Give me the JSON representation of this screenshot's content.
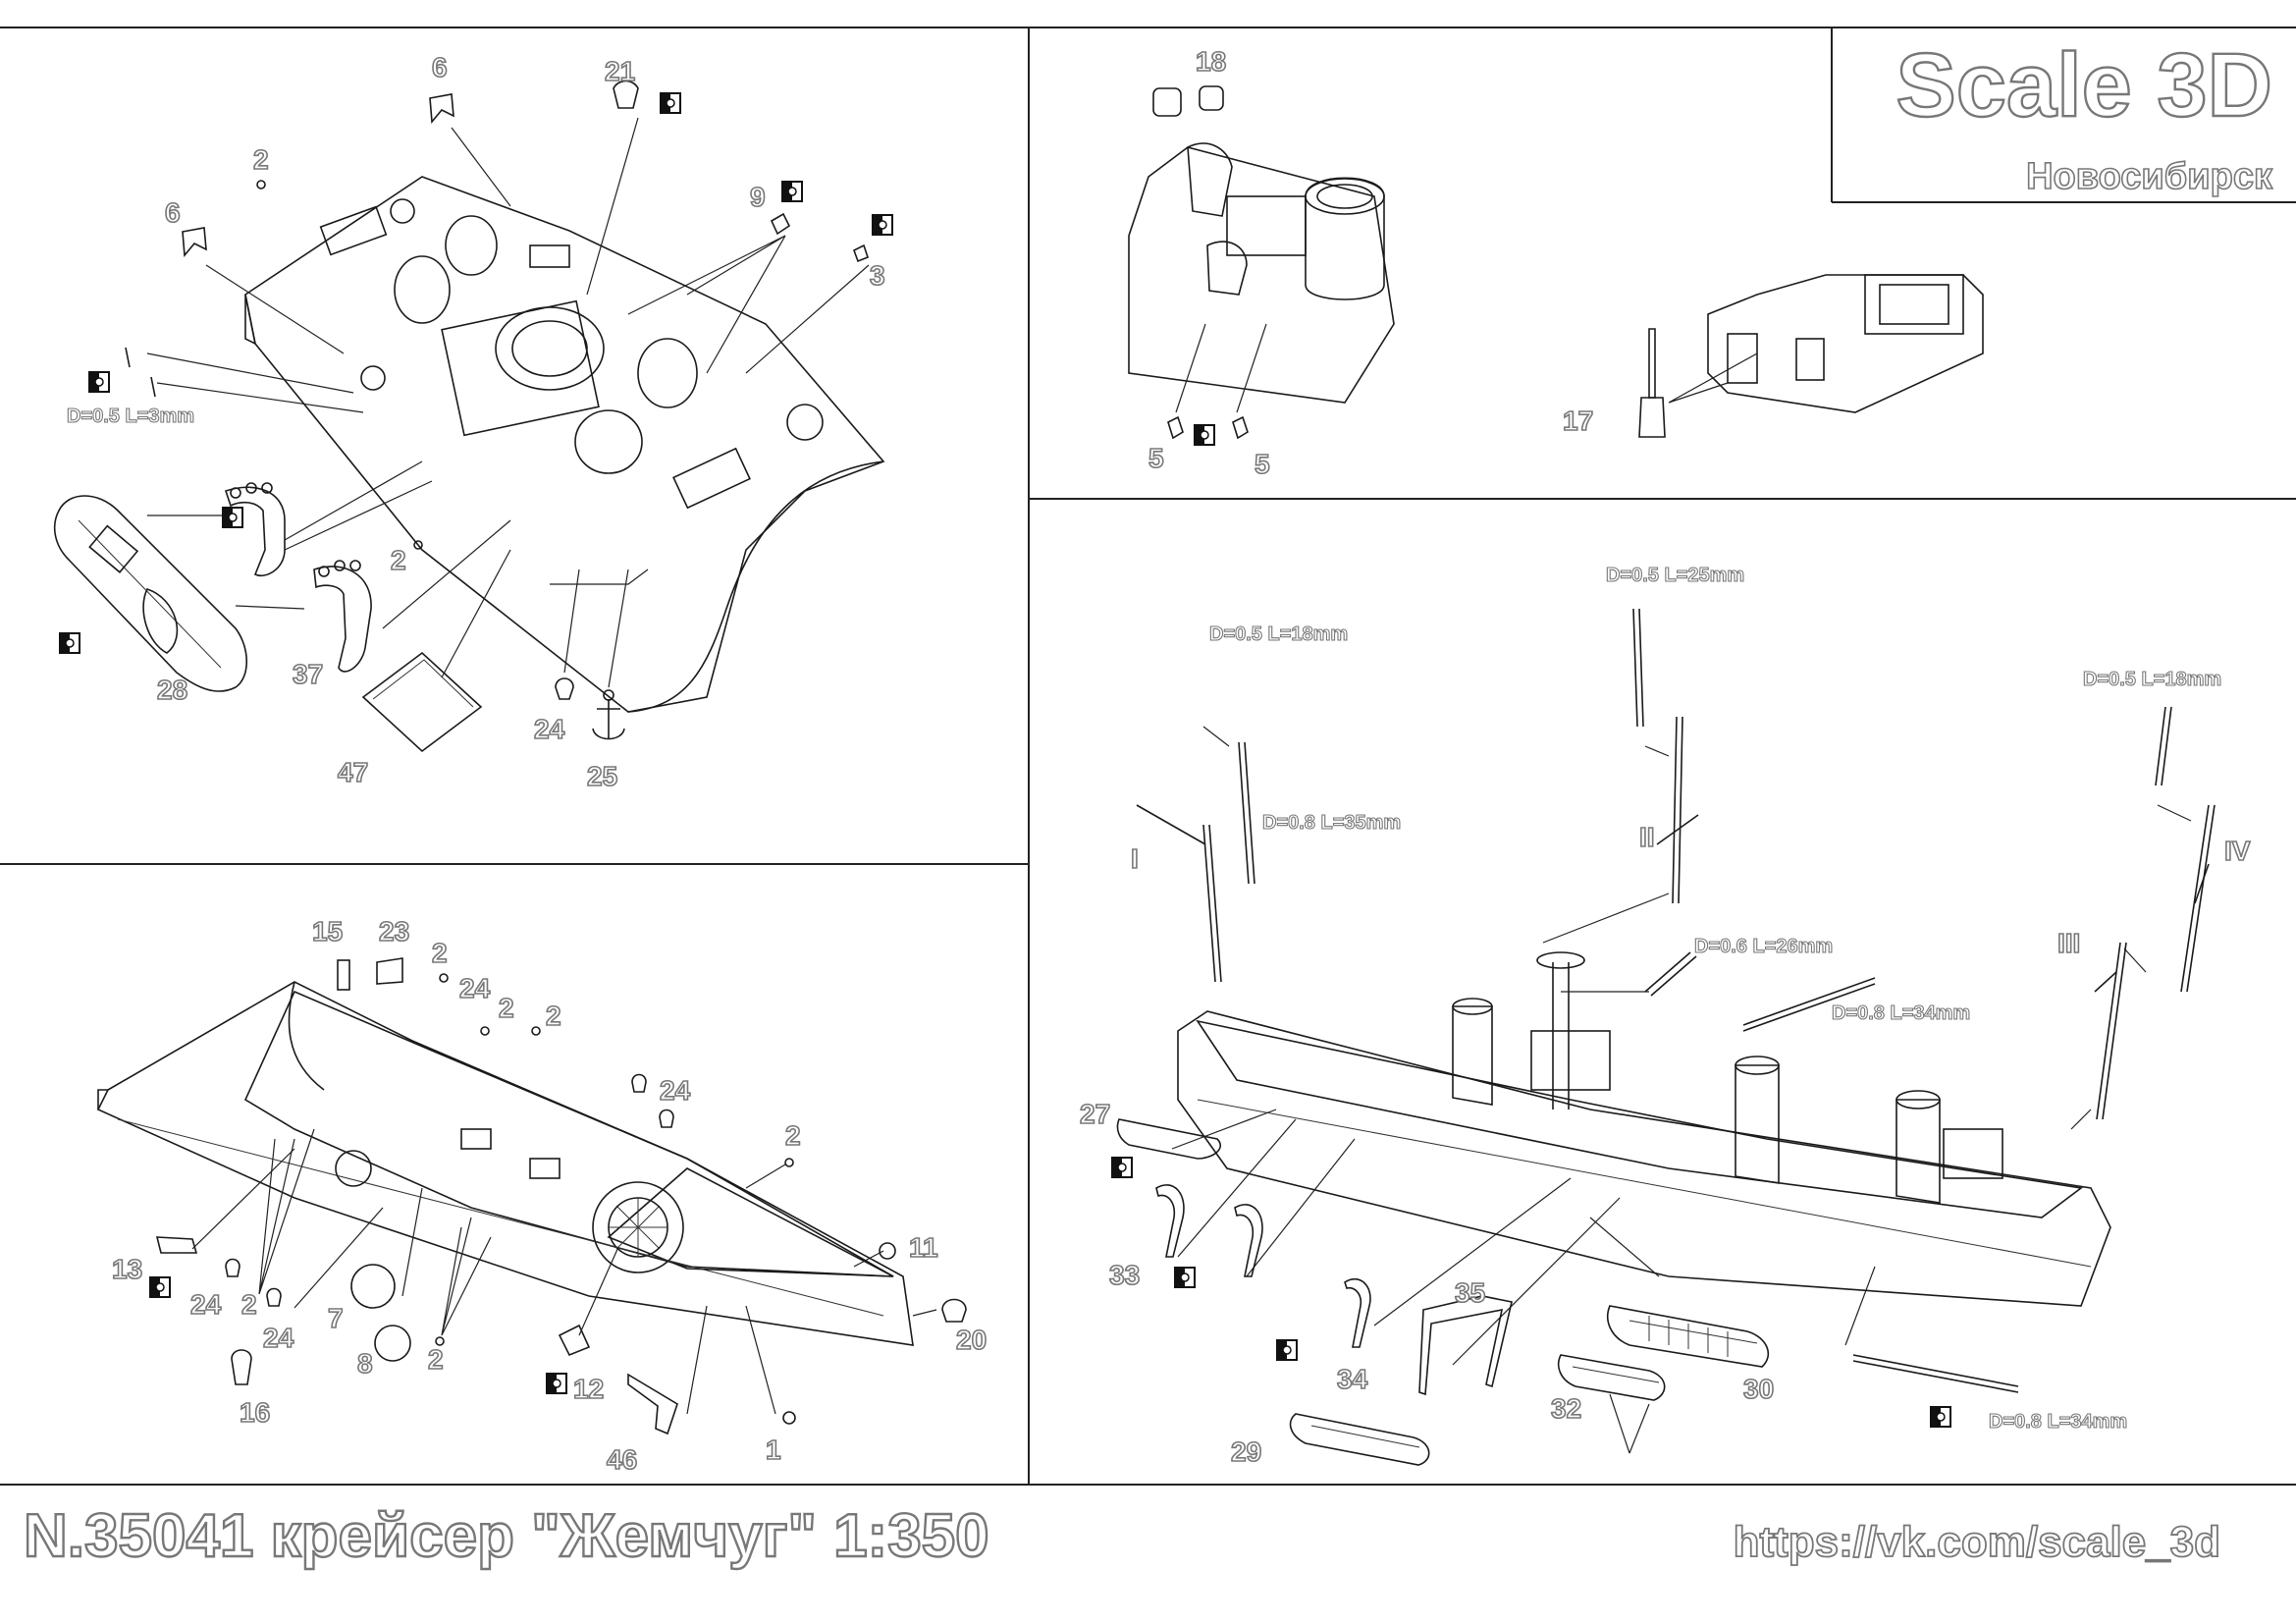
{
  "brand": {
    "name": "Scale 3D",
    "city": "Новосибирск"
  },
  "footer": {
    "title": "N.35041 крейсер \"Жемчуг\" 1:350",
    "url": "https://vk.com/scale_3d"
  },
  "panel_top_left": {
    "part_numbers": [
      "6",
      "21",
      "2",
      "9",
      "3",
      "6",
      "2",
      "28",
      "37",
      "24",
      "25",
      "47"
    ],
    "dimension_labels": [
      "D=0.5 L=3mm"
    ]
  },
  "panel_top_right": {
    "part_numbers": [
      "18",
      "5",
      "5",
      "17"
    ]
  },
  "panel_bottom_left": {
    "part_numbers": [
      "15",
      "23",
      "2",
      "24",
      "2",
      "2",
      "24",
      "2",
      "11",
      "13",
      "24",
      "2",
      "24",
      "7",
      "8",
      "2",
      "16",
      "12",
      "46",
      "1",
      "20"
    ]
  },
  "panel_bottom_right": {
    "part_numbers": [
      "27",
      "33",
      "35",
      "34",
      "29",
      "32",
      "30"
    ],
    "mast_labels": [
      "I",
      "II",
      "III",
      "IV"
    ],
    "dimension_labels": [
      "D=0.5 L=25mm",
      "D=0.5 L=18mm",
      "D=0.5 L=18mm",
      "D=0.8 L=35mm",
      "D=0.6 L=26mm",
      "D=0.8 L=34mm",
      "D=0.8 L=34mm"
    ]
  },
  "icons": [
    "paint-marker-icon",
    "anchor-icon"
  ]
}
